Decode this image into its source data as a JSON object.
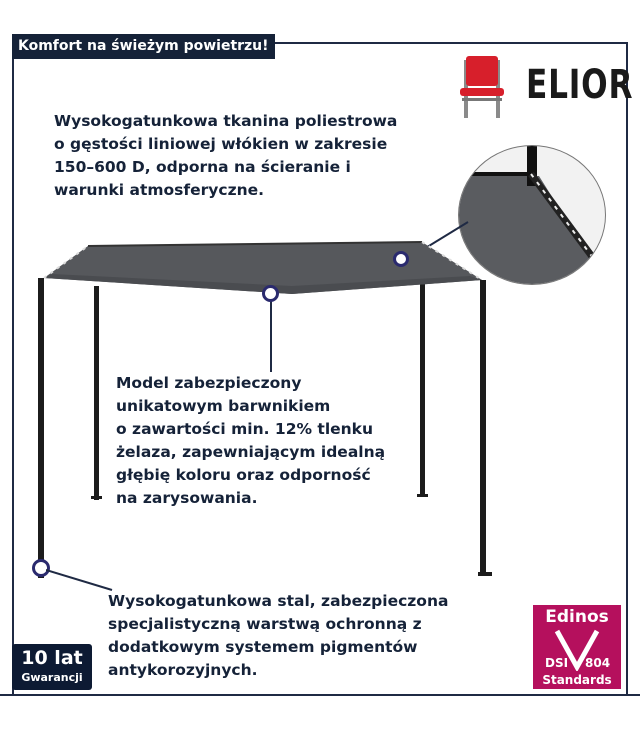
{
  "header": {
    "title": "Komfort na świeżym powietrzu!"
  },
  "brand": {
    "name": "ELIOR",
    "icon": "chair-icon"
  },
  "callouts": [
    {
      "text": "Wysokogatunkowa tkanina poliestrowa\no gęstości liniowej włókien w zakresie\n150–600 D, odporna na ścieranie i\nwarunki atmosferyczne."
    },
    {
      "text": "Model zabezpieczony\nunikatowym barwnikiem\no zawartości min. 12% tlenku\nżelaza, zapewniającym idealną\ngłębię koloru oraz odporność\nna zarysowania."
    },
    {
      "text": "Wysokogatunkowa stal, zabezpieczona\nspecjalistyczną warstwą ochronną z\ndodatkowym systemem pigmentów\nantykorozyjnych."
    }
  ],
  "warranty": {
    "years": "10 lat",
    "label": "Gwarancji"
  },
  "certification": {
    "name": "Edinos",
    "dsi": "DSI",
    "code": "804",
    "standards": "Standards"
  },
  "colors": {
    "navy": "#152238",
    "canopy": "#5a5c60",
    "edinos": "#b5105d",
    "accent_red": "#e0303a"
  }
}
